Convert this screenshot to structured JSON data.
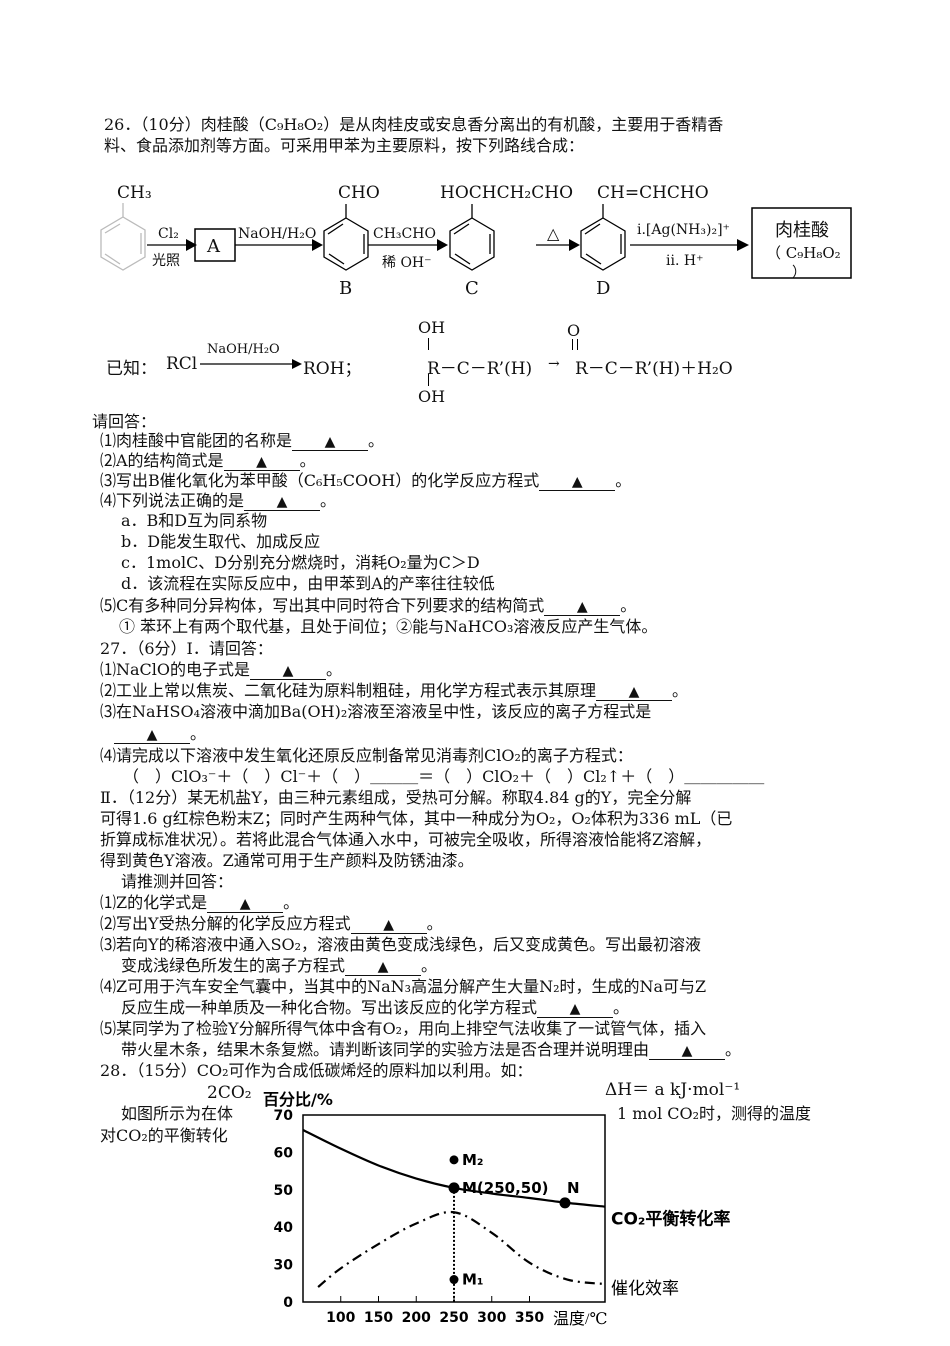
{
  "q26": {
    "header_line1": "26．（10分）肉桂酸（C₉H₈O₂）是从肉桂皮或安息香分离出的有机酸，主要用于香精香",
    "header_line2": "料、食品添加剂等方面。可采用甲苯为主要原料，按下列路线合成：",
    "scheme": {
      "toluene_sub": "CH₃",
      "step1_reagent": "Cl₂",
      "step1_cond": "光照",
      "box_a": "A",
      "step2_reagent": "NaOH/H₂O",
      "b_sub": "CHO",
      "b_label": "B",
      "step3_reagent": "CH₃CHO",
      "step3_cond": "稀 OH⁻",
      "c_sub": "HOCHCH₂CHO",
      "c_label": "C",
      "step4_cond": "△",
      "d_sub": "CH=CHCHO",
      "d_label": "D",
      "step5_reagent": "i.[Ag(NH₃)₂]⁺",
      "step5_cond": "ii. H⁺",
      "product_name": "肉桂酸",
      "product_formula_line1": "（ C₉H₈O₂",
      "product_formula_line2": "）"
    },
    "known": {
      "prefix": "已知：",
      "reactant": "RCl",
      "reagent": "NaOH/H₂O",
      "product": "ROH；",
      "diol_top": "OH",
      "diol_mid": "R－C－R’(H)",
      "diol_bottom": "OH",
      "arrow": "→",
      "ketone_top": "O",
      "ketone_mid": "R－C－R’(H)＋H₂O"
    },
    "prompt": "请回答：",
    "questions": [
      {
        "text": "⑴肉桂酸中官能团的名称是",
        "end": "。"
      },
      {
        "text": "⑵A的结构简式是",
        "end": "。"
      },
      {
        "text": "⑶写出B催化氧化为苯甲酸（C₆H₅COOH）的化学反应方程式",
        "end": "。"
      },
      {
        "text": "⑷下列说法正确的是",
        "end": "。"
      }
    ],
    "options": [
      "a．B和D互为同系物",
      "b．D能发生取代、加成反应",
      "c．1molC、D分别充分燃烧时，消耗O₂量为C＞D",
      "d．该流程在实际反应中，由甲苯到A的产率往往较低"
    ],
    "q5": {
      "text": "⑸C有多种同分异构体，写出其中同时符合下列要求的结构简式",
      "end": "。"
    },
    "q5_req": "① 苯环上有两个取代基，且处于间位；②能与NaHCO₃溶液反应产生气体。"
  },
  "q27": {
    "header": "27．（6分）Ⅰ．请回答：",
    "p1": {
      "text": "⑴NaClO的电子式是",
      "end": "。"
    },
    "p2": {
      "text": "⑵工业上常以焦炭、二氧化硅为原料制粗硅，用化学方程式表示其原理",
      "end": "。"
    },
    "p3": "⑶在NaHSO₄溶液中滴加Ba(OH)₂溶液至溶液呈中性，该反应的离子方程式是",
    "p3_end": "。",
    "p4": "⑷请完成以下溶液中发生氧化还原反应制备常见消毒剂ClO₂的离子方程式：",
    "p4_eq": "（　）ClO₃⁻＋（　）Cl⁻＋（　）＿＿＿＝（　）ClO₂＋（　）Cl₂↑＋（　）＿＿＿＿＿",
    "part2_lines": [
      "Ⅱ．（12分）某无机盐Y，由三种元素组成，受热可分解。称取4.84 g的Y，完全分解",
      "可得1.6 g红棕色粉末Z；同时产生两种气体，其中一种成分为O₂，O₂体积为336 mL（已",
      "折算成标准状况）。若将此混合气体通入水中，可被完全吸收，所得溶液恰能将Z溶解，",
      "得到黄色Y溶液。Z通常可用于生产颜料及防锈油漆。"
    ],
    "part2_prompt": "请推测并回答：",
    "part2_q1": {
      "text": "⑴Z的化学式是",
      "end": "。"
    },
    "part2_q2": {
      "text": "⑵写出Y受热分解的化学反应方程式",
      "end": "。"
    },
    "part2_q3_l1": "⑶若向Y的稀溶液中通入SO₂，溶液由黄色变成浅绿色，后又变成黄色。写出最初溶液",
    "part2_q3_l2": {
      "text": "变成浅绿色所发生的离子方程式",
      "end": "。"
    },
    "part2_q4_l1": "⑷Z可用于汽车安全气囊中，当其中的NaN₃高温分解产生大量N₂时，生成的Na可与Z",
    "part2_q4_l2": {
      "text": "反应生成一种单质及一种化合物。写出该反应的化学方程式",
      "end": "。"
    },
    "part2_q5_l1": "⑸某同学为了检验Y分解所得气体中含有O₂，用向上排空气法收集了一试管气体，插入",
    "part2_q5_l2": {
      "text": "带火星木条，结果木条复燃。请判断该同学的实验方法是否合理并说明理由",
      "end": "。"
    }
  },
  "q28": {
    "header": "28．（15分）CO₂可作为合成低碳烯烃的原料加以利用。如：",
    "eq_left": "2CO₂",
    "eq_right": "ΔH＝ a kJ·mol⁻¹",
    "l2_left": "如图所示为在体",
    "l2_right": "1 mol CO₂时，测得的温度",
    "l3_left": "对CO₂的平衡转化"
  },
  "blank_marker": "▲",
  "chart_data": {
    "type": "line",
    "ylabel": "百分比/%",
    "xlabel": "温度/℃",
    "x_ticks": [
      100,
      150,
      200,
      250,
      300,
      350
    ],
    "y_ticks": [
      0,
      30,
      40,
      50,
      60,
      70
    ],
    "xlim": [
      50,
      450
    ],
    "ylim": [
      20,
      70
    ],
    "y_axis_note": "axis break: bottom labeled 0, then 30–70",
    "series": [
      {
        "name": "CO₂平衡转化率",
        "style": "solid",
        "x": [
          50,
          100,
          150,
          200,
          250,
          300,
          350,
          400,
          450
        ],
        "y": [
          66,
          61,
          56.5,
          53,
          50.5,
          49,
          47.8,
          46.5,
          45.5
        ]
      },
      {
        "name": "催化效率",
        "style": "dash-dot",
        "x": [
          70,
          100,
          150,
          200,
          250,
          300,
          350,
          400,
          450
        ],
        "y": [
          24,
          29,
          35.5,
          41,
          44,
          38.5,
          30.5,
          26,
          24.8
        ]
      }
    ],
    "points": [
      {
        "label": "M₂",
        "x": 250,
        "y": 58
      },
      {
        "label": "M(250,50)",
        "x": 250,
        "y": 50.5
      },
      {
        "label": "N",
        "x": 397,
        "y": 46.5
      },
      {
        "label": "M₁",
        "x": 250,
        "y": 26
      }
    ],
    "dotted_vertical_at_x": 250
  }
}
